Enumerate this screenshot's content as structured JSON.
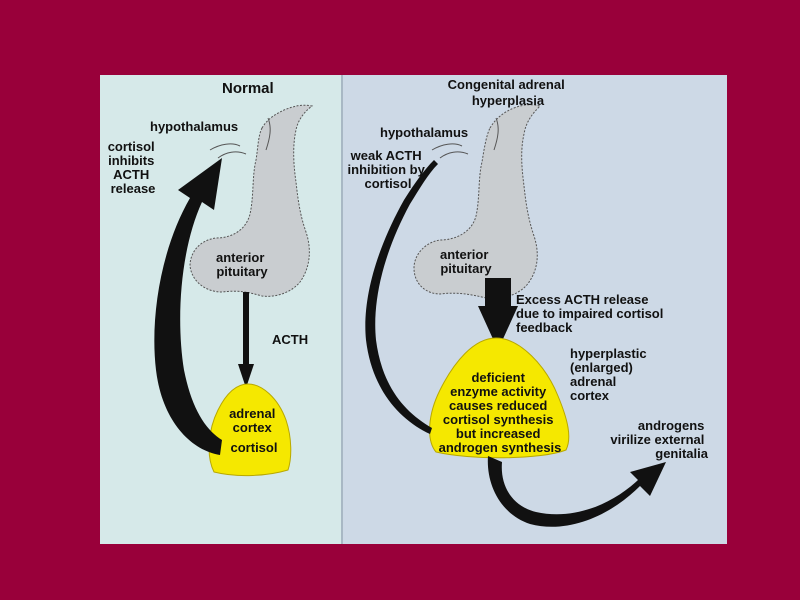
{
  "normal": {
    "title": "Normal",
    "hypothalamus": "hypothalamus",
    "feedback": [
      "cortisol",
      "inhibits",
      "ACTH",
      "release"
    ],
    "pituitary": [
      "anterior",
      "pituitary"
    ],
    "acth": "ACTH",
    "adrenal": [
      "adrenal",
      "cortex",
      "cortisol"
    ]
  },
  "cah": {
    "title": [
      "Congenital adrenal",
      "hyperplasia"
    ],
    "hypothalamus": "hypothalamus",
    "weak": [
      "weak ACTH",
      "inhibition by",
      "cortisol"
    ],
    "pituitary": [
      "anterior",
      "pituitary"
    ],
    "excess": [
      "Excess ACTH release",
      "due to impaired cortisol",
      "feedback"
    ],
    "hyperplastic": [
      "hyperplastic",
      "(enlarged)",
      "adrenal",
      "cortex"
    ],
    "adrenal": [
      "deficient",
      "enzyme activity",
      "causes reduced",
      "cortisol synthesis",
      "but increased",
      "androgen synthesis"
    ],
    "androgens": [
      "androgens",
      "virilize external",
      "genitalia"
    ]
  },
  "colors": {
    "background": "#99003a",
    "left_panel": "#d6e9e9",
    "right_panel": "#cdd9e6",
    "adrenal": "#f5e800"
  }
}
